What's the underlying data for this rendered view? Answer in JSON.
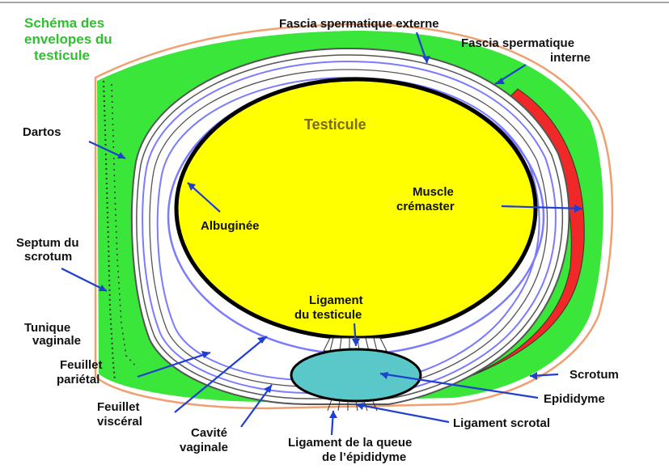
{
  "title": {
    "line1": "Schéma des",
    "line2": "envelopes du",
    "line3": "testicule"
  },
  "labels": {
    "fascia_externe": "Fascia spermatique externe",
    "fascia_interne_1": "Fascia spermatique",
    "fascia_interne_2": "interne",
    "dartos": "Dartos",
    "testicule": "Testicule",
    "muscle_1": "Muscle",
    "muscle_2": "crémaster",
    "albuginee": "Albuginée",
    "septum_1": "Septum du",
    "septum_2": "scrotum",
    "ligament_testicule_1": "Ligament",
    "ligament_testicule_2": "du testicule",
    "tunique_1": "Tunique",
    "tunique_2": "vaginale",
    "feuillet_parietal_1": "Feuillet",
    "feuillet_parietal_2": "pariétal",
    "feuillet_visceral_1": "Feuillet",
    "feuillet_visceral_2": "viscéral",
    "cavite_1": "Cavité",
    "cavite_2": "vaginale",
    "ligament_queue_1": "Ligament de la queue",
    "ligament_queue_2": "de l’épididyme",
    "scrotum": "Scrotum",
    "epididyme": "Epididyme",
    "ligament_scrotal": "Ligament scrotal"
  },
  "colors": {
    "dartos_green": "#39e639",
    "title_green": "#2ec12e",
    "testicule_yellow": "#ffff00",
    "epididyme_cyan": "#5ac8c8",
    "cremaster_red": "#f02828",
    "fascia_blue": "#7b7bff",
    "scrotum_skin": "#f0a070",
    "arrow_blue": "#1f3fd0"
  }
}
